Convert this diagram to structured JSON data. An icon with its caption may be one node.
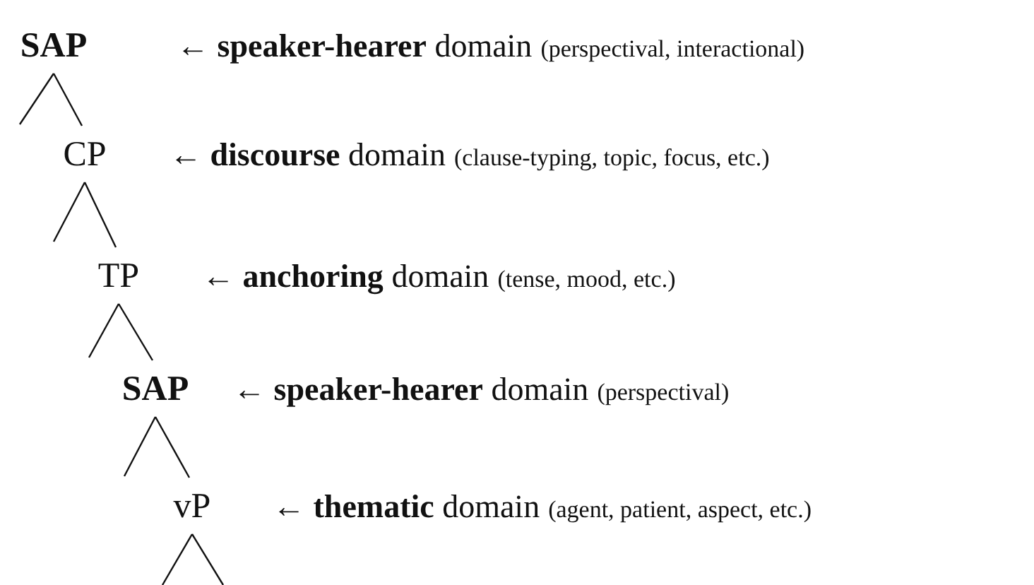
{
  "diagram": {
    "nodes": [
      {
        "text": [
          "SAP"
        ],
        "beside": [
          "← **speaker-hearer** domain",
          "(perspectival, interactional)"
        ]
      },
      {
        "text": [
          "CP"
        ],
        "beside": [
          "← **discourse** domain",
          "(clause-typing, topic, focus, etc.)"
        ]
      },
      {
        "text": [
          "TP"
        ],
        "beside": [
          "← **anchoring** domain",
          "(tense, mood, etc.)"
        ]
      },
      {
        "text": [
          "SAP"
        ],
        "beside": [
          "← **speaker-hearer** domain",
          "(perspectival)"
        ]
      },
      {
        "text": [
          "vP"
        ],
        "beside": [
          "← **thematic** domain",
          "(agent, patient, aspect, etc.)"
        ]
      }
    ],
    "edges": [
      {
        "from": 0,
        "to": null,
        "arrow": "none"
      },
      {
        "from": 0,
        "to": 1,
        "arrow": "none"
      },
      {
        "from": 1,
        "to": null,
        "arrow": "none"
      },
      {
        "from": 1,
        "to": 2,
        "arrow": "none"
      },
      {
        "from": 2,
        "to": null,
        "arrow": "none"
      },
      {
        "from": 2,
        "to": 3,
        "arrow": "none"
      },
      {
        "from": 3,
        "to": null,
        "arrow": "none"
      },
      {
        "from": 3,
        "to": 4,
        "arrow": "none"
      },
      {
        "from": 4,
        "to": null,
        "arrow": "none"
      },
      {
        "from": 4,
        "to": null,
        "arrow": "none"
      }
    ]
  }
}
